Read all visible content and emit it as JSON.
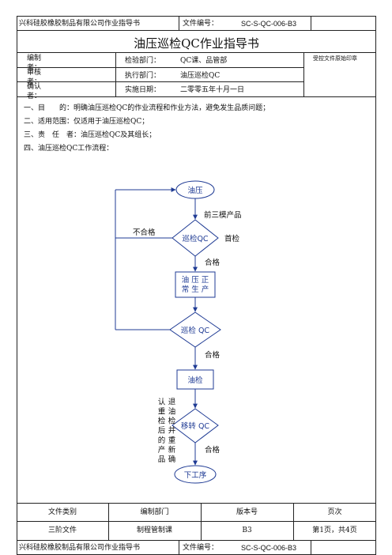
{
  "header": {
    "company_doc": "兴科硅胶橡胶制品有限公司作业指导书",
    "doc_no_label": "文件编号：",
    "doc_no": "SC-S-QC-006-B3"
  },
  "title": "油压巡检QC作业指导书",
  "meta": {
    "author_label": "编制者：",
    "reviewer_label": "审核者：",
    "approver_label": "确认者：",
    "inspect_dept_label": "检验部门：",
    "inspect_dept": "QC课、品管部",
    "exec_dept_label": "执行部门：",
    "exec_dept": "油压巡检QC",
    "date_label": "实施日期：",
    "date": "二零零五年十月一日",
    "stamp_label": "受控文件原始印章"
  },
  "body_lines": [
    "一、目　　的：明确油压巡检QC的作业流程和作业方法，避免发生品质问题；",
    "二、适用范围：仅适用于油压巡检QC；",
    "三、责　任　者：油压巡检QC及其组长；",
    "四、油压巡检QC工作流程："
  ],
  "flow": {
    "start": "油压",
    "first_three": "前三模产品",
    "reject": "不合格",
    "qc1": "巡检QC",
    "first_check": "首检",
    "pass1": "合格",
    "normal_line1": "油 压 正",
    "normal_line2": "常 生 产",
    "qc2": "巡检 QC",
    "pass2": "合格",
    "inspect": "油检",
    "side_col1": "认重检后的产品",
    "side_col2": "退油检并重新确",
    "transfer_qc": "移转 QC",
    "pass3": "合格",
    "next": "下工序"
  },
  "footer": {
    "h_type": "文件类别",
    "h_dept": "编制部门",
    "h_version": "版本号",
    "h_page": "页次",
    "type": "三阶文件",
    "dept": "制程管制课",
    "version": "B3",
    "page": "第1页，共4页"
  },
  "bottom": {
    "company_doc": "兴科硅胶橡胶制品有限公司作业指导书",
    "doc_no_label": "文件编号：",
    "doc_no": "SC-S-QC-006-B3"
  },
  "colors": {
    "flow_line": "#1f3b94",
    "border": "#222222"
  }
}
